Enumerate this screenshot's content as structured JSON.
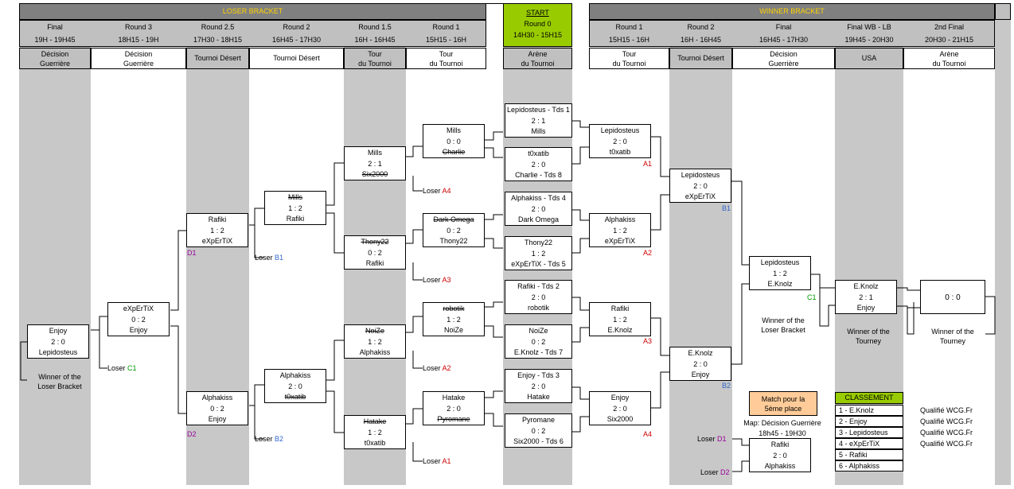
{
  "sections": {
    "loser": "LOSER BRACKET",
    "start": "START",
    "winner": "WINNER BRACKET"
  },
  "cols": {
    "l_final": {
      "round": "Final",
      "time": "19H - 19H45",
      "venue": [
        "Décision",
        "Guerrière"
      ]
    },
    "l_r3": {
      "round": "Round 3",
      "time": "18H15 - 19H",
      "venue": [
        "Décision",
        "Guerrière"
      ]
    },
    "l_r25": {
      "round": "Round 2.5",
      "time": "17H30 - 18H15",
      "venue": [
        "Tournoi Désert",
        ""
      ]
    },
    "l_r2": {
      "round": "Round 2",
      "time": "16H45 - 17H30",
      "venue": [
        "Tournoi Désert",
        ""
      ]
    },
    "l_r15": {
      "round": "Round 1.5",
      "time": "16H - 16H45",
      "venue": [
        "Tour",
        "du Tournoi"
      ]
    },
    "l_r1": {
      "round": "Round 1",
      "time": "15H15 - 16H",
      "venue": [
        "Tour",
        "du Tournoi"
      ]
    },
    "r0": {
      "round": "Round 0",
      "time": "14H30 - 15H15",
      "venue": [
        "Arène",
        "du Tournoi"
      ]
    },
    "w_r1": {
      "round": "Round 1",
      "time": "15H15 - 16H",
      "venue": [
        "Tour",
        "du Tournoi"
      ]
    },
    "w_r2": {
      "round": "Round 2",
      "time": "16H - 16H45",
      "venue": [
        "Tournoi Désert",
        ""
      ]
    },
    "w_final": {
      "round": "Final",
      "time": "16H45 - 17H30",
      "venue": [
        "Décision",
        "Guerrière"
      ]
    },
    "w_fwl": {
      "round": "Final WB - LB",
      "time": "19H45 - 20H30",
      "venue": [
        "USA",
        ""
      ]
    },
    "w_2f": {
      "round": "2nd Final",
      "time": "20H30 - 21H15",
      "venue": [
        "Arène",
        "du Tournoi"
      ]
    }
  },
  "matches": [
    {
      "id": "r0a",
      "p1": "Lepidosteus - Tds 1",
      "score": "2 : 1",
      "p2": "Mills",
      "s1": false,
      "s2": false
    },
    {
      "id": "r0b",
      "p1": "t0xatib",
      "score": "2 : 0",
      "p2": "Charlie - Tds 8",
      "s1": false,
      "s2": false
    },
    {
      "id": "r0c",
      "p1": "Alphakiss - Tds 4",
      "score": "2 : 0",
      "p2": "Dark Omega",
      "s1": false,
      "s2": false
    },
    {
      "id": "r0d",
      "p1": "Thony22",
      "score": "1 : 2",
      "p2": "eXpErTiX - Tds 5",
      "s1": false,
      "s2": false
    },
    {
      "id": "r0e",
      "p1": "Rafiki - Tds 2",
      "score": "2 : 0",
      "p2": "robotik",
      "s1": false,
      "s2": false
    },
    {
      "id": "r0f",
      "p1": "NoiZe",
      "score": "0 : 2",
      "p2": "E.Knolz - Tds 7",
      "s1": false,
      "s2": false
    },
    {
      "id": "r0g",
      "p1": "Enjoy - Tds 3",
      "score": "2 : 0",
      "p2": "Hatake",
      "s1": false,
      "s2": false
    },
    {
      "id": "r0h",
      "p1": "Pyromane",
      "score": "0 : 2",
      "p2": "Six2000 - Tds 6",
      "s1": false,
      "s2": false
    },
    {
      "id": "w1a",
      "p1": "Lepidosteus",
      "score": "2 : 0",
      "p2": "t0xatib",
      "s1": false,
      "s2": false
    },
    {
      "id": "w1b",
      "p1": "Alphakiss",
      "score": "1 : 2",
      "p2": "eXpErTiX",
      "s1": false,
      "s2": false
    },
    {
      "id": "w1c",
      "p1": "Rafiki",
      "score": "1 : 2",
      "p2": "E.Knolz",
      "s1": false,
      "s2": false
    },
    {
      "id": "w1d",
      "p1": "Enjoy",
      "score": "2 : 0",
      "p2": "Six2000",
      "s1": false,
      "s2": false
    },
    {
      "id": "w2a",
      "p1": "Lepidosteus",
      "score": "2 : 0",
      "p2": "eXpErTiX",
      "s1": false,
      "s2": false
    },
    {
      "id": "w2b",
      "p1": "E.Knolz",
      "score": "2 : 0",
      "p2": "Enjoy",
      "s1": false,
      "s2": false
    },
    {
      "id": "wf",
      "p1": "Lepidosteus",
      "score": "1 : 2",
      "p2": "E.Knolz",
      "s1": false,
      "s2": false
    },
    {
      "id": "fwl",
      "p1": "E.Knolz",
      "score": "2 : 1",
      "p2": "Enjoy",
      "s1": false,
      "s2": false
    },
    {
      "id": "l1a",
      "p1": "Mills",
      "score": "0 : 0",
      "p2": "Charlie",
      "s1": false,
      "s2": true
    },
    {
      "id": "l1b",
      "p1": "Dark Omega",
      "score": "0 : 2",
      "p2": "Thony22",
      "s1": true,
      "s2": false
    },
    {
      "id": "l1c",
      "p1": "robotik",
      "score": "1 : 2",
      "p2": "NoiZe",
      "s1": true,
      "s2": false
    },
    {
      "id": "l1d",
      "p1": "Hatake",
      "score": "2 : 0",
      "p2": "Pyromane",
      "s1": false,
      "s2": true
    },
    {
      "id": "l15a",
      "p1": "Mills",
      "score": "2 : 1",
      "p2": "Six2000",
      "s1": false,
      "s2": true
    },
    {
      "id": "l15b",
      "p1": "Thony22",
      "score": "0 : 2",
      "p2": "Rafiki",
      "s1": true,
      "s2": false
    },
    {
      "id": "l15c",
      "p1": "NoiZe",
      "score": "1 : 2",
      "p2": "Alphakiss",
      "s1": true,
      "s2": false
    },
    {
      "id": "l15d",
      "p1": "Hatake",
      "score": "1 : 2",
      "p2": "t0xatib",
      "s1": true,
      "s2": false
    },
    {
      "id": "l2a",
      "p1": "Mills",
      "score": "1 : 2",
      "p2": "Rafiki",
      "s1": true,
      "s2": false
    },
    {
      "id": "l2b",
      "p1": "Alphakiss",
      "score": "2 : 0",
      "p2": "t0xatib",
      "s1": false,
      "s2": true
    },
    {
      "id": "l25a",
      "p1": "Rafiki",
      "score": "1 : 2",
      "p2": "eXpErTiX",
      "s1": false,
      "s2": false
    },
    {
      "id": "l25b",
      "p1": "Alphakiss",
      "score": "0 : 2",
      "p2": "Enjoy",
      "s1": false,
      "s2": false
    },
    {
      "id": "l3",
      "p1": "eXpErTiX",
      "score": "0 : 2",
      "p2": "Enjoy",
      "s1": false,
      "s2": false
    },
    {
      "id": "lf",
      "p1": "Enjoy",
      "score": "2 : 0",
      "p2": "Lepidosteus",
      "s1": false,
      "s2": false
    },
    {
      "id": "m5",
      "p1": "Rafiki",
      "score": "2 : 0",
      "p2": "Alphakiss",
      "s1": false,
      "s2": false
    }
  ],
  "final2": {
    "score": "0 : 0"
  },
  "tags": {
    "a1": "A1",
    "a2": "A2",
    "a3": "A3",
    "a4": "A4",
    "b1": "B1",
    "b2": "B2",
    "c1": "C1",
    "d1": "D1",
    "d2": "D2",
    "loser_prefix": "Loser"
  },
  "captions": {
    "wotlb": [
      "Winner of the",
      "Loser Bracket"
    ],
    "wott": [
      "Winner of the",
      "Tourney"
    ]
  },
  "fifth": {
    "title": [
      "Match pour la",
      "5ème place"
    ],
    "map": "Map: Décision Guerrière",
    "time": "18h45 - 19H30"
  },
  "ranking": {
    "title": "CLASSEMENT",
    "rows": [
      "1 - E.Knolz",
      "2 - Enjoy",
      "3 - Lepidosteus",
      "4 - eXpErTiX",
      "5 - Rafiki",
      "6 - Alphakiss"
    ],
    "qualified": [
      "Qualifié WCG.Fr",
      "Qualifié WCG.Fr",
      "Qualifié WCG.Fr",
      "Qualifié WCG.Fr"
    ]
  },
  "colors": {
    "section": "#808080",
    "section_text": "#ffd200",
    "band": "#c8c8c8",
    "start": "#99cc00",
    "fifth": "#ffcc99",
    "loser_tag_red": "#cc0000",
    "tag_blue": "#3366cc",
    "tag_green": "#009900",
    "tag_purple": "#990099"
  }
}
